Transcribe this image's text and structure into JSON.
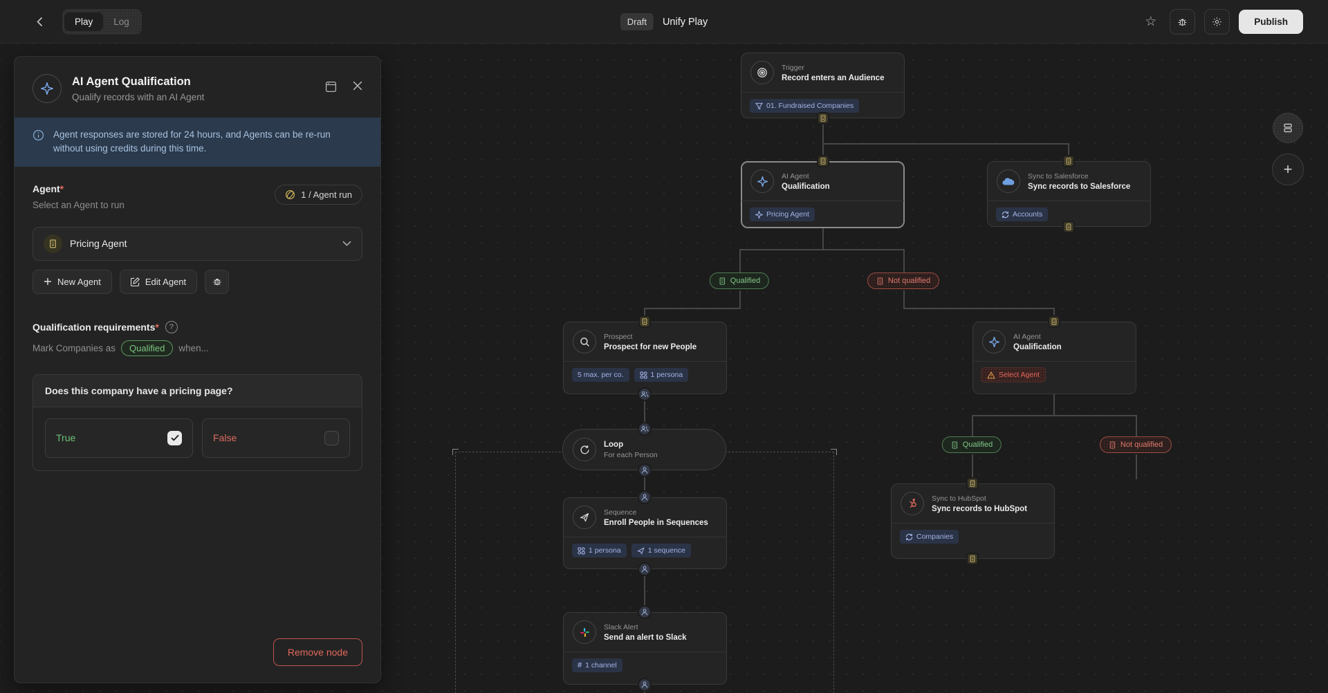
{
  "colors": {
    "accent_blue": "#7aa7e8",
    "badge_blue": "#a2b4e4",
    "green": "#7dc682",
    "red": "#e0695c",
    "gold": "#d6c176"
  },
  "topbar": {
    "tabs": {
      "play": "Play",
      "log": "Log"
    },
    "status_badge": "Draft",
    "title": "Unify Play",
    "publish_label": "Publish"
  },
  "panel": {
    "title": "AI Agent Qualification",
    "subtitle": "Qualify records with an AI Agent",
    "info_banner": "Agent responses are stored for 24 hours, and Agents can be re-run without using credits during this time.",
    "agent": {
      "label": "Agent",
      "required_mark": "*",
      "helper": "Select an Agent to run",
      "credit_badge": "1 / Agent run",
      "select_value": "Pricing Agent",
      "new_agent_label": "New Agent",
      "edit_agent_label": "Edit Agent"
    },
    "qualification": {
      "label": "Qualification requirements",
      "required_mark": "*",
      "helper_prefix": "Mark Companies as",
      "helper_chip": "Qualified",
      "helper_suffix": "when...",
      "question": "Does this company have a pricing page?",
      "option_true": "True",
      "option_false": "False"
    },
    "remove_button": "Remove node"
  },
  "canvas": {
    "trigger": {
      "category": "Trigger",
      "title": "Record enters an Audience",
      "badge": "01. Fundraised Companies"
    },
    "ai_agent_1": {
      "category": "AI Agent",
      "title": "Qualification",
      "badge": "Pricing Agent"
    },
    "salesforce": {
      "category": "Sync to Salesforce",
      "title": "Sync records to Salesforce",
      "badge": "Accounts"
    },
    "branch_1": {
      "qualified": "Qualified",
      "not_qualified": "Not qualified"
    },
    "prospect": {
      "category": "Prospect",
      "title": "Prospect for new People",
      "badge_1": "5 max. per co.",
      "badge_2": "1 persona"
    },
    "loop": {
      "category": "Loop",
      "title": "For each Person"
    },
    "sequence": {
      "category": "Sequence",
      "title": "Enroll People in Sequences",
      "badge_1": "1 persona",
      "badge_2": "1 sequence"
    },
    "slack": {
      "category": "Slack Alert",
      "title": "Send an alert to Slack",
      "badge": "1 channel"
    },
    "ai_agent_2": {
      "category": "AI Agent",
      "title": "Qualification",
      "badge": "Select Agent"
    },
    "branch_2": {
      "qualified": "Qualified",
      "not_qualified": "Not qualified"
    },
    "hubspot": {
      "category": "Sync to HubSpot",
      "title": "Sync records to HubSpot",
      "badge": "Companies"
    }
  }
}
